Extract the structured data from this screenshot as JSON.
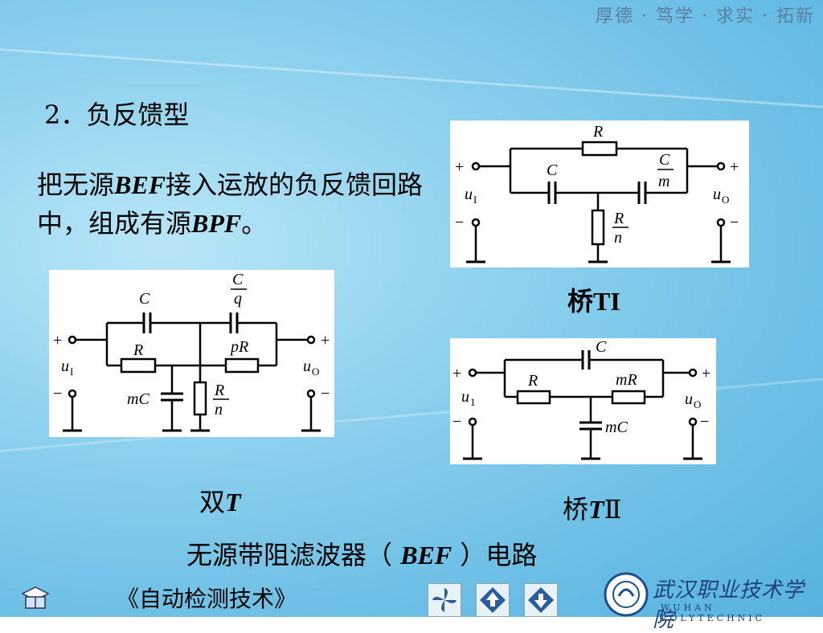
{
  "header": {
    "motto": "厚德 · 笃学 · 求实 · 拓新"
  },
  "heading": "2．负反馈型",
  "paragraph": {
    "part1": "把无源",
    "bef": "BEF",
    "part2": "接入运放的负反馈回路中，组成有源",
    "bpf": "BPF",
    "part3": "。"
  },
  "circuits": {
    "bridge_t1": {
      "caption": "桥TI",
      "labels": {
        "r": "R",
        "c": "C",
        "c_num": "C",
        "c_den": "m",
        "r_num": "R",
        "r_den": "n",
        "plus_in": "+",
        "plus_out": "+",
        "minus_in": "−",
        "minus_out": "−",
        "ui": "u",
        "ui_sub": "I",
        "uo": "u",
        "uo_sub": "O"
      }
    },
    "double_t": {
      "caption_text": "双",
      "caption_italic": "T",
      "labels": {
        "c": "C",
        "cq_num": "C",
        "cq_den": "q",
        "r": "R",
        "pr": "pR",
        "mc": "mC",
        "rn_num": "R",
        "rn_den": "n",
        "plus_in": "+",
        "plus_out": "+",
        "minus_in": "−",
        "minus_out": "−",
        "ui": "u",
        "ui_sub": "I",
        "uo": "u",
        "uo_sub": "O"
      }
    },
    "bridge_t2": {
      "caption_text": "桥",
      "caption_italic": "T",
      "caption_suffix": "Ⅱ",
      "labels": {
        "c": "C",
        "r": "R",
        "mr": "mR",
        "mc": "mC",
        "plus_in": "+",
        "plus_out": "+",
        "minus_in": "−",
        "minus_out": "−",
        "ui": "u",
        "ui_sub": "1",
        "uo": "u",
        "uo_sub": "O"
      }
    }
  },
  "title": {
    "pre": "无源带阻滤波器（ ",
    "bef": "BEF",
    "post": " ）电路"
  },
  "footer": {
    "course": "《自动检测技术》",
    "school_cn": "武汉职业技术学院",
    "school_en": "WUHAN POLYTECHNIC"
  }
}
